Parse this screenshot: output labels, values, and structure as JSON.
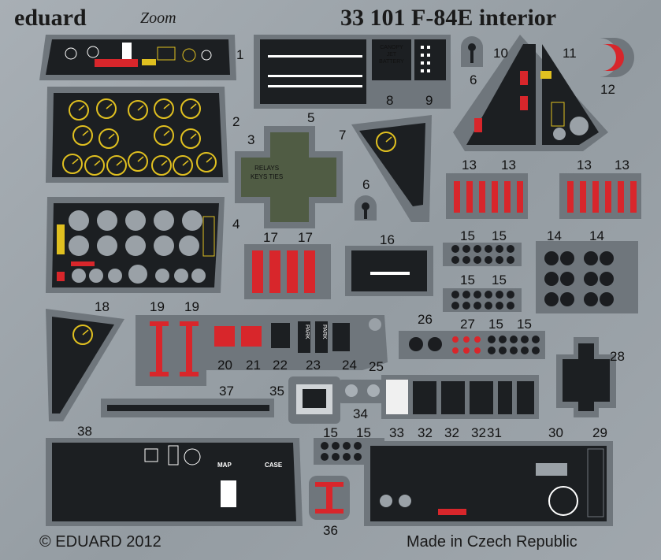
{
  "header": {
    "brand": "eduard",
    "sub_brand": "Zoom",
    "title": "33 101  F-84E interior"
  },
  "footer": {
    "copyright": "© EDUARD 2012",
    "origin": "Made in Czech Republic"
  },
  "part_texts": {
    "relays": "RELAYS\nKEYS TIES",
    "canopy": "CANOPY\nJET\nBATTERY",
    "park1": "PARK",
    "park2": "PARK",
    "map": "MAP",
    "case": "CASE"
  },
  "part_numbers": [
    "1",
    "2",
    "3",
    "4",
    "5",
    "6",
    "6",
    "7",
    "8",
    "9",
    "10",
    "11",
    "12",
    "13",
    "13",
    "13",
    "13",
    "14",
    "14",
    "15",
    "15",
    "15",
    "15",
    "15",
    "15",
    "15",
    "15",
    "16",
    "17",
    "17",
    "18",
    "19",
    "19",
    "20",
    "21",
    "22",
    "23",
    "24",
    "25",
    "26",
    "27",
    "28",
    "29",
    "30",
    "31",
    "32",
    "32",
    "32",
    "33",
    "34",
    "35",
    "36",
    "37",
    "38"
  ],
  "colors": {
    "fret": "#9ea5ab",
    "panel": "#1c1f22",
    "frame": "#6f767c",
    "instrument_yellow": "#e0c020",
    "red": "#d8262b",
    "olive": "#505c44"
  }
}
